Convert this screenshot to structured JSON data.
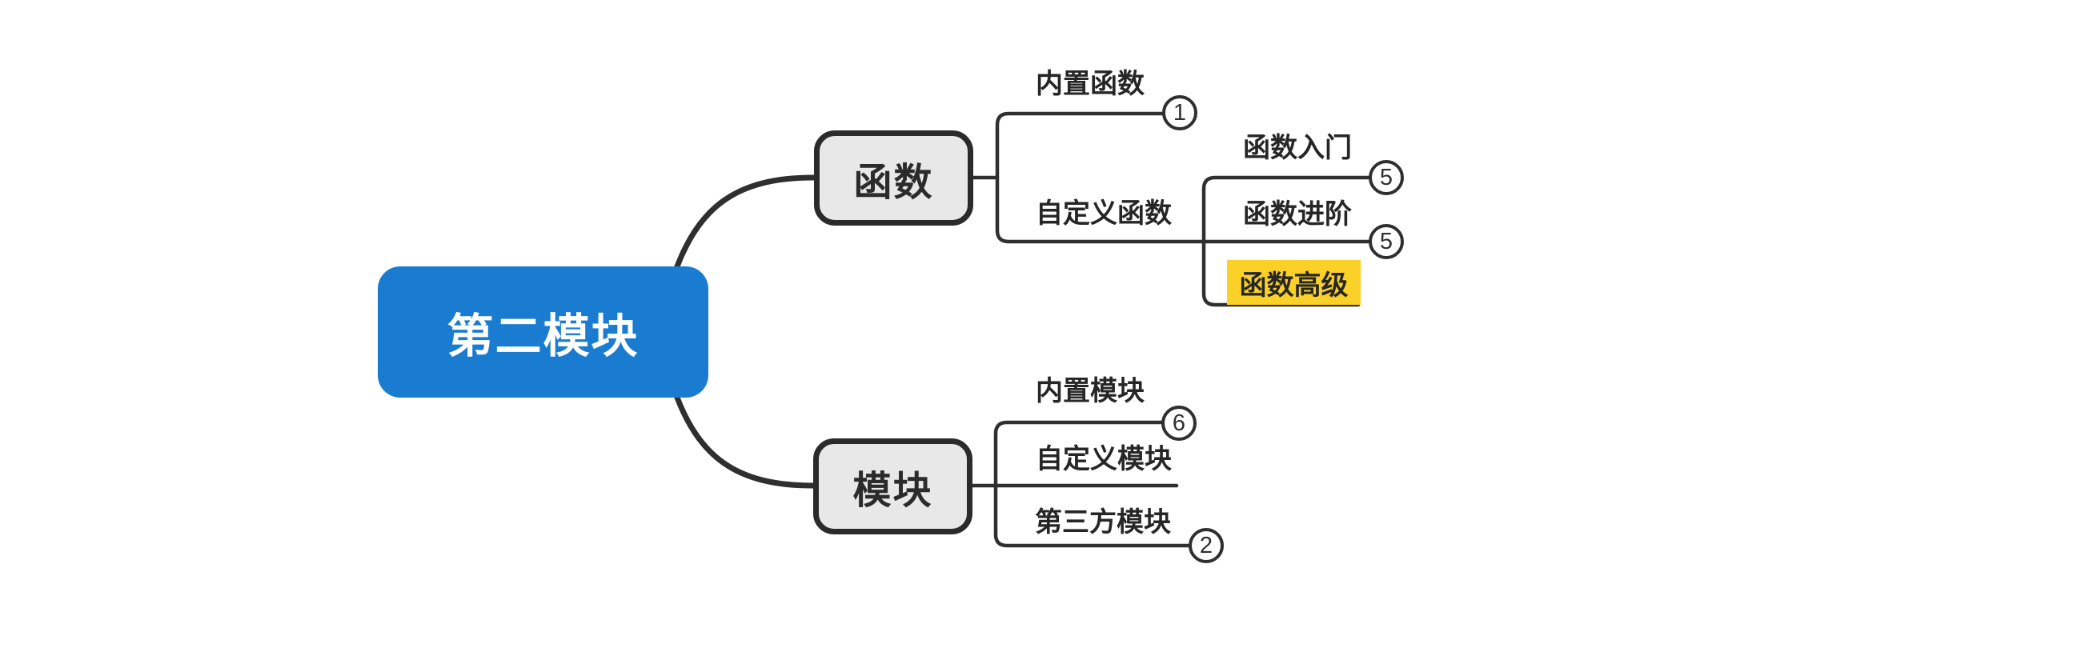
{
  "colors": {
    "background": "#ffffff",
    "root_bg": "#1a7cd0",
    "root_text": "#ffffff",
    "node_fill": "#e8e8e8",
    "node_border": "#2b2b2b",
    "line": "#2f2f2f",
    "text": "#262626",
    "highlight": "#fbd127",
    "badge_bg": "#ffffff"
  },
  "root": {
    "label": "第二模块"
  },
  "branches": [
    {
      "label": "函数",
      "children": [
        {
          "label": "内置函数",
          "badge": "1"
        },
        {
          "label": "自定义函数",
          "children": [
            {
              "label": "函数入门",
              "badge": "5"
            },
            {
              "label": "函数进阶",
              "badge": "5"
            },
            {
              "label": "函数高级",
              "highlighted": true
            }
          ]
        }
      ]
    },
    {
      "label": "模块",
      "children": [
        {
          "label": "内置模块",
          "badge": "6"
        },
        {
          "label": "自定义模块"
        },
        {
          "label": "第三方模块",
          "badge": "2"
        }
      ]
    }
  ]
}
